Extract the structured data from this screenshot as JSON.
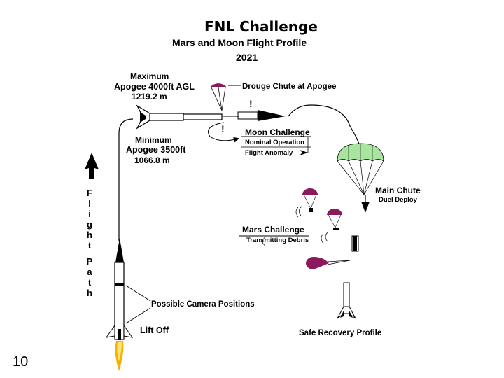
{
  "header": {
    "title_prefix": "FNL",
    "title_rest": " Challenge",
    "subtitle": "Mars and Moon Flight Profile",
    "year": "2021"
  },
  "labels": {
    "max_apogee_1": "Maximum",
    "max_apogee_2": "Apogee 4000ft AGL",
    "max_apogee_3": "1219.2 m",
    "drogue": "Drouge Chute at Apogee",
    "moon_title": "Moon Challenge",
    "moon_nominal": "Nominal Operation",
    "moon_anomaly": "Flight Anomaly",
    "min_apogee_1": "Minimum",
    "min_apogee_2": "Apogee 3500ft",
    "min_apogee_3": "1066.8 m",
    "main_chute": "Main Chute",
    "dual_deploy": "Duel Deploy",
    "mars_title": "Mars Challenge",
    "mars_debris": "Transmitting Debris",
    "camera_a": "Possible Camera",
    "camera_b": "Positions",
    "lift_off": "Lift Off",
    "safe_recovery": "Safe Recovery Profile",
    "exclaim": "!"
  },
  "flight_path_letters": [
    "F",
    "l",
    "i",
    "g",
    "h",
    "t",
    "",
    "P",
    "a",
    "t",
    "h"
  ],
  "slide_number": "10",
  "colors": {
    "drogue_chute": "#8b1a5c",
    "main_chute": "#a8e6a0",
    "flame": "#f2b400",
    "line": "#000000"
  }
}
